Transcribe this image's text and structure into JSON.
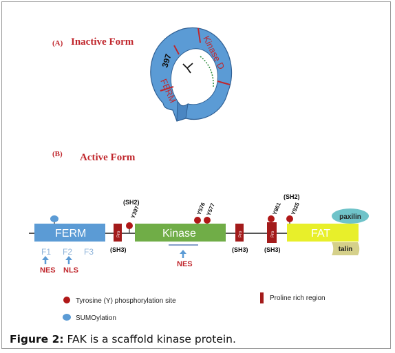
{
  "panel_a": {
    "letter": "(A)",
    "title": "Inactive Form",
    "ring_labels": {
      "residue": "397",
      "kinase": "Kinase D",
      "ferm": "FERM"
    }
  },
  "panel_b": {
    "letter": "(B)",
    "title": "Active Form",
    "domains": {
      "ferm": "FERM",
      "kinase": "Kinase",
      "fat": "FAT"
    },
    "pro_label": "Pro",
    "subdomains": [
      "F1",
      "F2",
      "F3"
    ],
    "signals": {
      "nes_1": "NES",
      "nls": "NLS",
      "nes_2": "NES"
    },
    "sites": {
      "y397": "Y397",
      "y576": "Y576",
      "y577": "Y577",
      "y861": "Y861",
      "y925": "Y925"
    },
    "sh2_1": "(SH2)",
    "sh2_2": "(SH2)",
    "sh3_1": "(SH3)",
    "sh3_2": "(SH3)",
    "sh3_3": "(SH3)",
    "partners": {
      "paxilin": "paxilin",
      "talin": "talin"
    }
  },
  "legend": {
    "tyrosine": "Tyrosine (Y) phosphorylation site",
    "sumo": "SUMOylation",
    "proline": "Proline rich region"
  },
  "caption": {
    "label": "Figure 2:",
    "text": " FAK is a scaffold kinase protein."
  },
  "colors": {
    "title_red": "#c0262c",
    "ferm_blue": "#5b9bd5",
    "kinase_green": "#70ad47",
    "fat_yellow": "#e8ef2a",
    "proline_red": "#a31b1b",
    "phospho_red": "#b01818",
    "paxilin_teal": "#6fc3c9"
  }
}
